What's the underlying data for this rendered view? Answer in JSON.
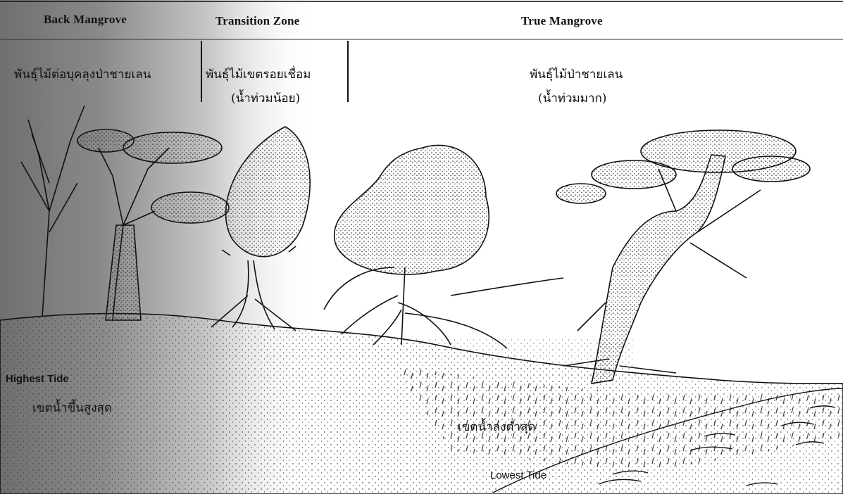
{
  "zones": {
    "back_mangrove": "Back Mangrove",
    "transition_zone": "Transition Zone",
    "true_mangrove": "True Mangrove"
  },
  "zone_descriptions": {
    "back_mangrove": "พันธุ์ไม้ต่อบุคลุงป่าชายเลน",
    "transition_zone_line1": "พันธุ์ไม้เขตรอยเชื่อม",
    "transition_zone_line2": "(น้ำท่วมน้อย)",
    "true_mangrove_line1": "พันธุ์ไม้ป่าชายเลน",
    "true_mangrove_line2": "(น้ำท่วมมาก)"
  },
  "tides": {
    "highest_en": "Highest Tide",
    "highest_th": "เขตน้ำขึ้นสูงสุด",
    "lowest_en": "Lowest Tide",
    "lowest_th": "เขตน้ำลงต่ำสุด"
  }
}
